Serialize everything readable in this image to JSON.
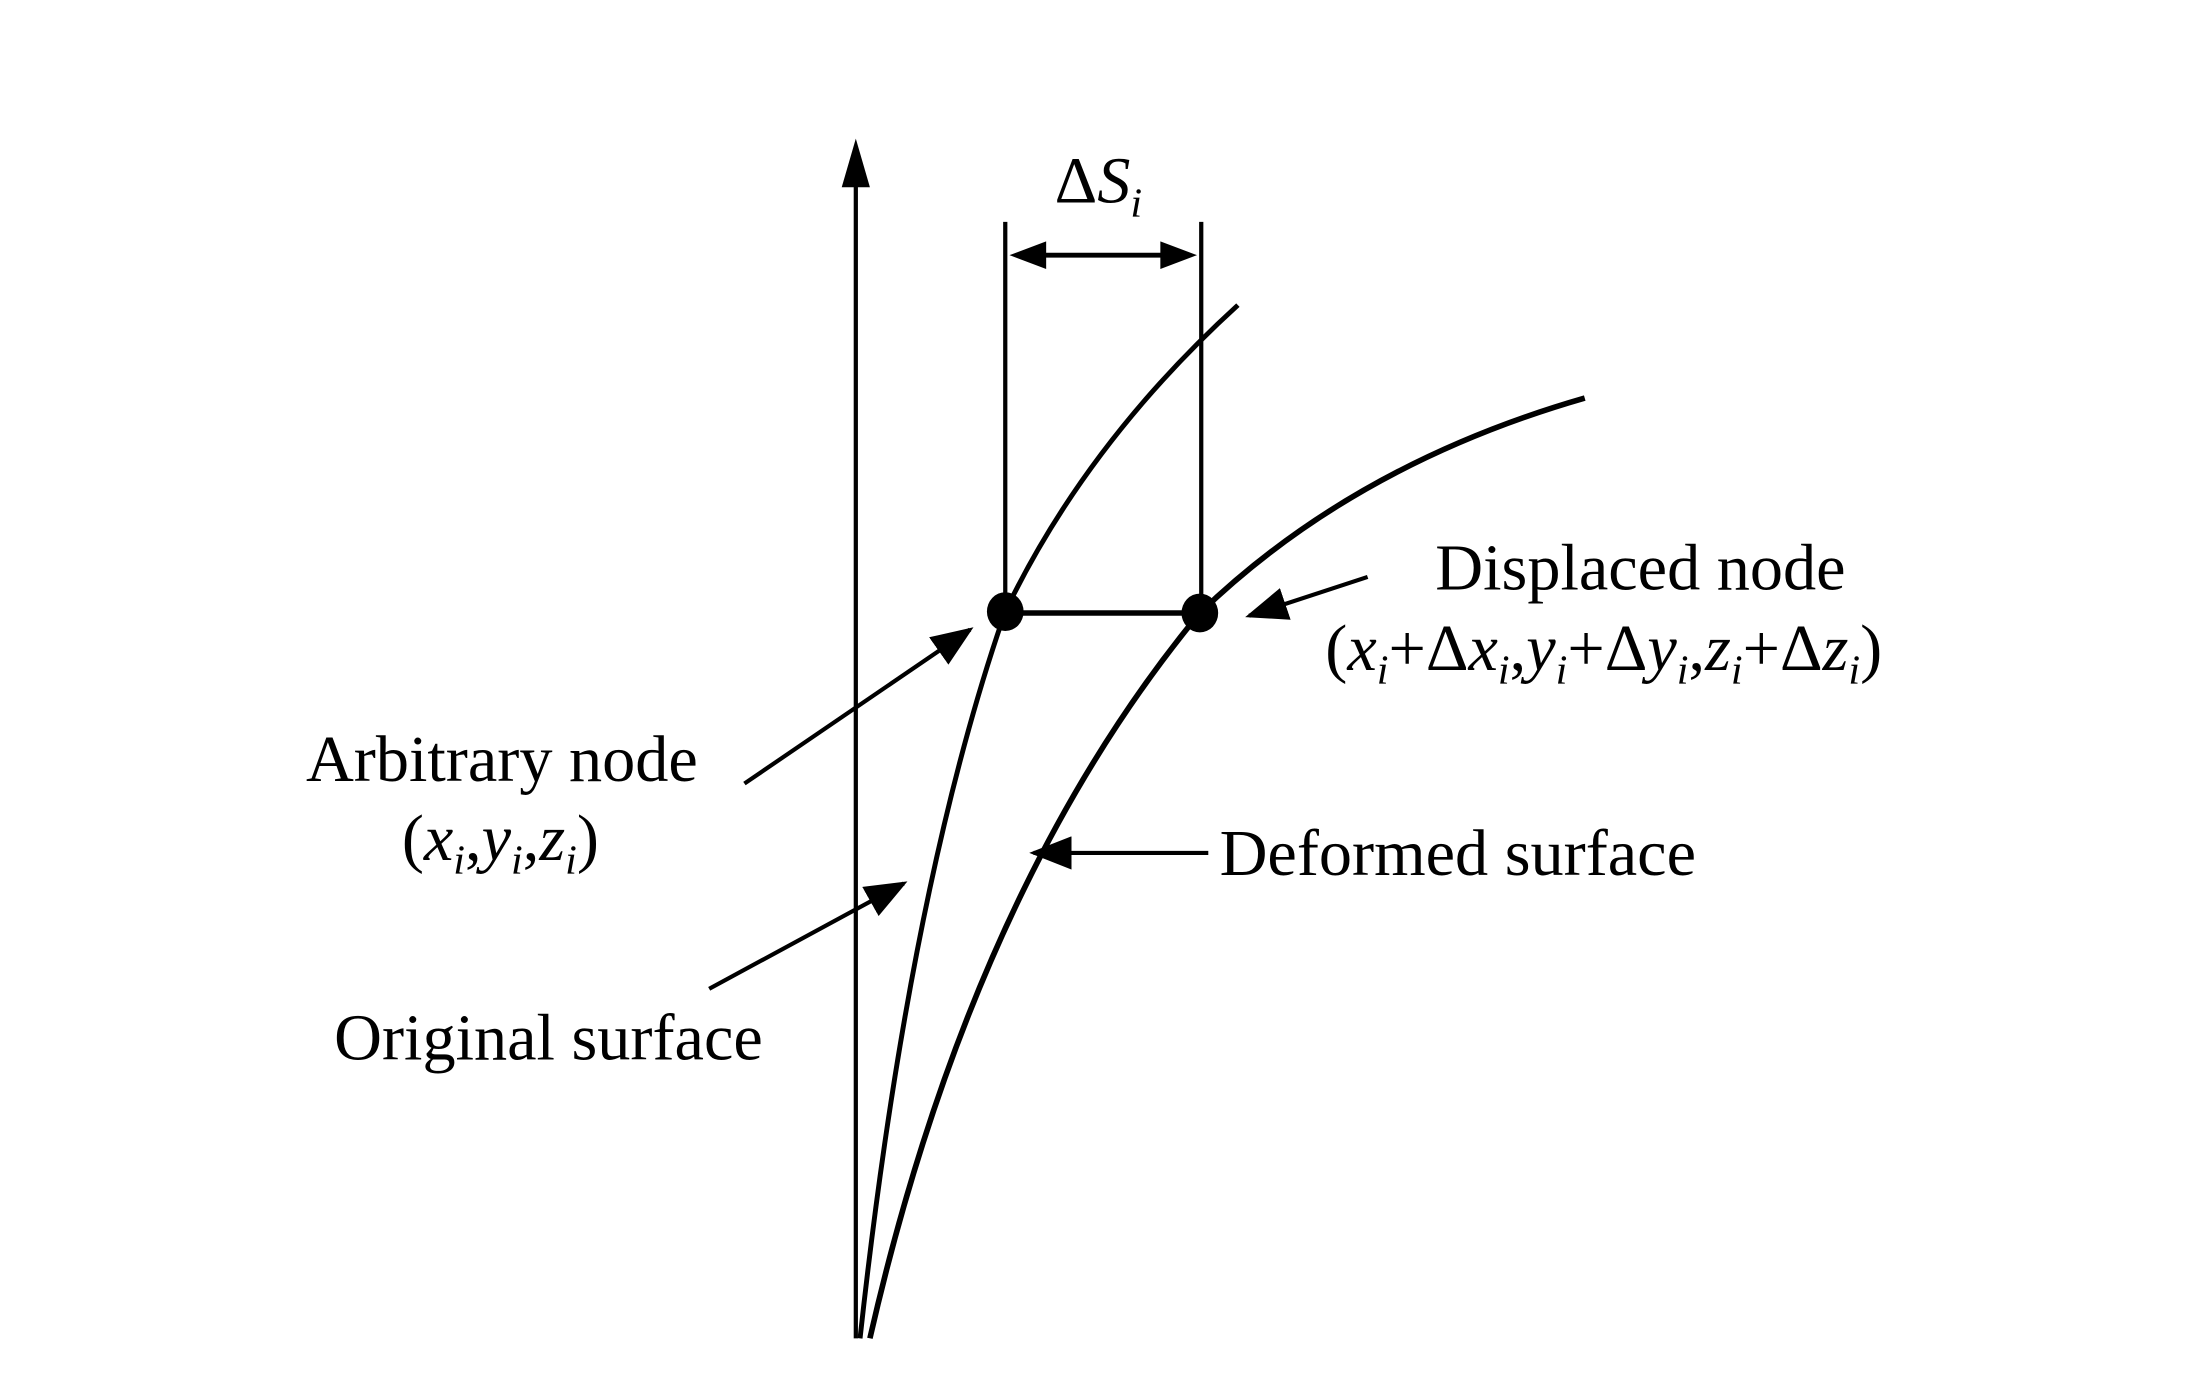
{
  "diagram": {
    "delta_s_label": [
      {
        "t": "Δ",
        "s": "n"
      },
      {
        "t": "S",
        "s": "it"
      },
      {
        "t": "i",
        "s": "sub"
      }
    ],
    "displaced_node": {
      "title": "Displaced node",
      "coords": [
        {
          "t": "(",
          "s": "n"
        },
        {
          "t": "x",
          "s": "it"
        },
        {
          "t": "i",
          "s": "sub"
        },
        {
          "t": "+Δ",
          "s": "n"
        },
        {
          "t": "x",
          "s": "it"
        },
        {
          "t": "i",
          "s": "sub"
        },
        {
          "t": ",",
          "s": "n"
        },
        {
          "t": "y",
          "s": "it"
        },
        {
          "t": "i",
          "s": "sub"
        },
        {
          "t": "+Δ",
          "s": "n"
        },
        {
          "t": "y",
          "s": "it"
        },
        {
          "t": "i",
          "s": "sub"
        },
        {
          "t": ",",
          "s": "n"
        },
        {
          "t": "z",
          "s": "it"
        },
        {
          "t": "i",
          "s": "sub"
        },
        {
          "t": "+Δ",
          "s": "n"
        },
        {
          "t": "z",
          "s": "it"
        },
        {
          "t": "i",
          "s": "sub"
        },
        {
          "t": ")",
          "s": "n"
        }
      ]
    },
    "arbitrary_node": {
      "title": "Arbitrary node",
      "coords": [
        {
          "t": "(",
          "s": "n"
        },
        {
          "t": "x",
          "s": "it"
        },
        {
          "t": "i",
          "s": "sub"
        },
        {
          "t": ",",
          "s": "n"
        },
        {
          "t": "y",
          "s": "it"
        },
        {
          "t": "i",
          "s": "sub"
        },
        {
          "t": ",",
          "s": "n"
        },
        {
          "t": "z",
          "s": "it"
        },
        {
          "t": "i",
          "s": "sub"
        },
        {
          "t": ")",
          "s": "n"
        }
      ]
    },
    "deformed_surface_label": "Deformed surface",
    "original_surface_label": "Original surface"
  }
}
